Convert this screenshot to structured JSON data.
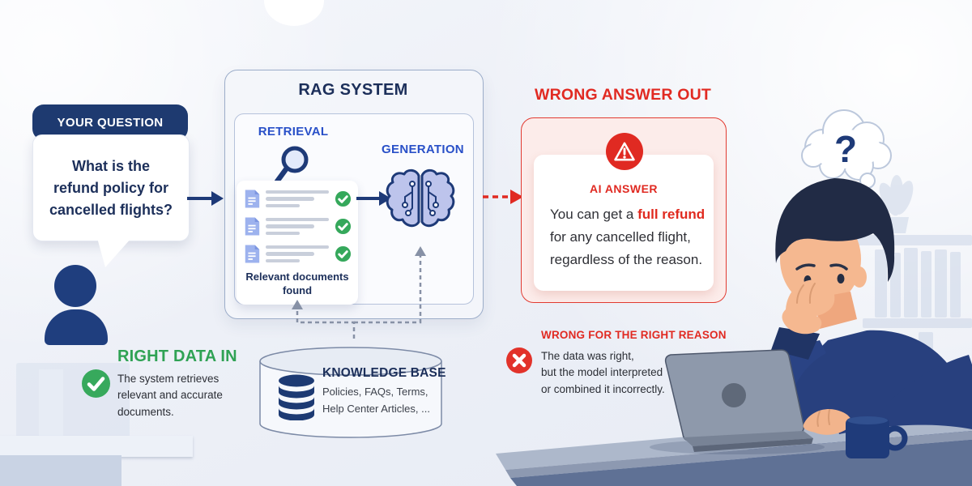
{
  "question": {
    "header": "YOUR QUESTION",
    "text": "What is the\nrefund policy for\ncancelled flights?"
  },
  "rag_system": {
    "title": "RAG SYSTEM",
    "retrieval": {
      "label": "RETRIEVAL",
      "caption": "Relevant documents\nfound"
    },
    "generation": {
      "label": "GENERATION"
    }
  },
  "knowledge_base": {
    "title": "KNOWLEDGE BASE",
    "subtitle": "Policies, FAQs, Terms,\nHelp Center Articles, ..."
  },
  "wrong_answer": {
    "heading": "WRONG ANSWER OUT",
    "card_label": "AI ANSWER",
    "text_prefix": "You can get a ",
    "text_highlight": "full refund",
    "text_suffix": "\nfor any cancelled flight,\nregardless of the reason."
  },
  "right_data_in": {
    "heading": "RIGHT DATA IN",
    "body": "The system retrieves\nrelevant and accurate\ndocuments."
  },
  "wrong_reason": {
    "heading": "WRONG FOR THE RIGHT REASON",
    "body": "The data was right,\nbut the model interpreted\nor combined it incorrectly."
  },
  "thought_bubble": {
    "symbol": "?"
  },
  "icons": {
    "magnifier": "🔍",
    "check_circle": "✓",
    "x_circle": "✕",
    "warning_triangle": "⚠",
    "database": "🗄",
    "brain": "🧠",
    "person": "👤"
  },
  "colors": {
    "navy": "#1e3a78",
    "label_blue": "#2950c8",
    "green": "#35a85b",
    "red": "#e02a22",
    "background": "#edf0f7"
  }
}
